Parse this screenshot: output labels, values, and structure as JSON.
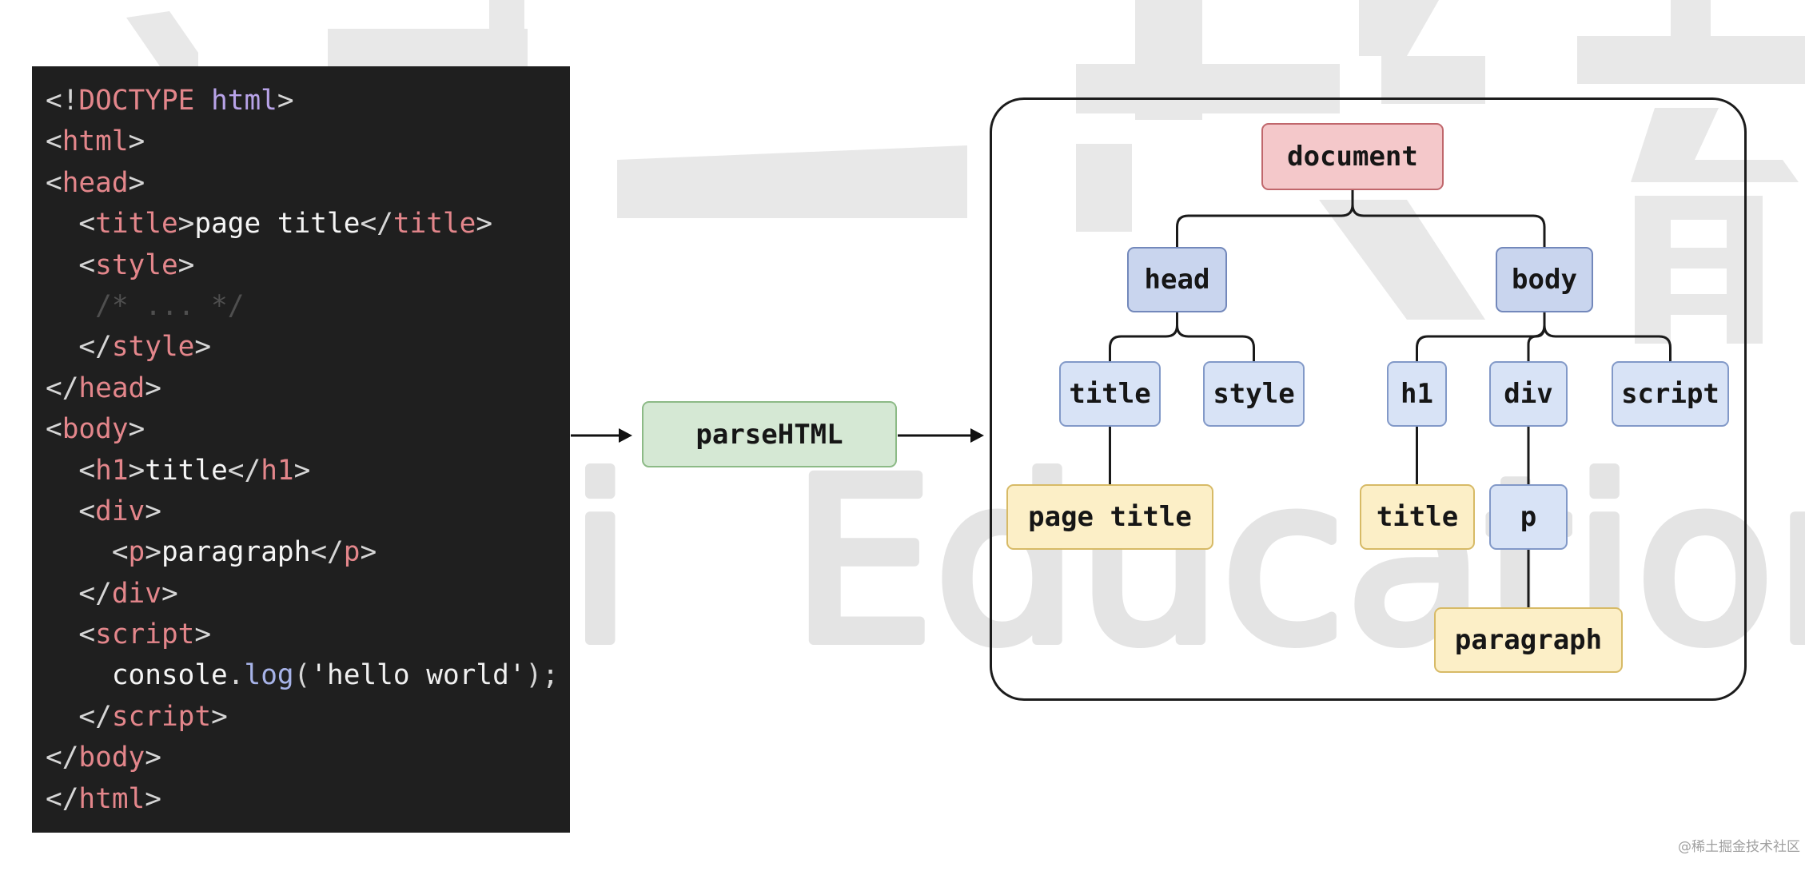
{
  "watermark": {
    "cjk": "渡一教育",
    "latin_left": "Duyi",
    "latin_right": "Education",
    "source_credit": "@稀土掘金技术社区"
  },
  "code": {
    "background": "#1f1f1f",
    "lines": [
      [
        {
          "text": "<!",
          "color": "#d6d6d6"
        },
        {
          "text": "DOCTYPE",
          "color": "#e3868b"
        },
        {
          "text": " html",
          "color": "#b8a3e8"
        },
        {
          "text": ">",
          "color": "#d6d6d6"
        }
      ],
      [
        {
          "text": "<",
          "color": "#d6d6d6"
        },
        {
          "text": "html",
          "color": "#e3868b"
        },
        {
          "text": ">",
          "color": "#d6d6d6"
        }
      ],
      [
        {
          "text": "<",
          "color": "#d6d6d6"
        },
        {
          "text": "head",
          "color": "#e3868b"
        },
        {
          "text": ">",
          "color": "#d6d6d6"
        }
      ],
      [
        {
          "text": "  <",
          "color": "#d6d6d6"
        },
        {
          "text": "title",
          "color": "#e3868b"
        },
        {
          "text": ">",
          "color": "#d6d6d6"
        },
        {
          "text": "page title",
          "color": "#f5f5f5"
        },
        {
          "text": "</",
          "color": "#d6d6d6"
        },
        {
          "text": "title",
          "color": "#e3868b"
        },
        {
          "text": ">",
          "color": "#d6d6d6"
        }
      ],
      [
        {
          "text": "  <",
          "color": "#d6d6d6"
        },
        {
          "text": "style",
          "color": "#e3868b"
        },
        {
          "text": ">",
          "color": "#d6d6d6"
        }
      ],
      [
        {
          "text": "   /* ... */",
          "color": "#4f4f4f"
        }
      ],
      [
        {
          "text": "  </",
          "color": "#d6d6d6"
        },
        {
          "text": "style",
          "color": "#e3868b"
        },
        {
          "text": ">",
          "color": "#d6d6d6"
        }
      ],
      [
        {
          "text": "</",
          "color": "#d6d6d6"
        },
        {
          "text": "head",
          "color": "#e3868b"
        },
        {
          "text": ">",
          "color": "#d6d6d6"
        }
      ],
      [
        {
          "text": "<",
          "color": "#d6d6d6"
        },
        {
          "text": "body",
          "color": "#e3868b"
        },
        {
          "text": ">",
          "color": "#d6d6d6"
        }
      ],
      [
        {
          "text": "  <",
          "color": "#d6d6d6"
        },
        {
          "text": "h1",
          "color": "#e3868b"
        },
        {
          "text": ">",
          "color": "#d6d6d6"
        },
        {
          "text": "title",
          "color": "#f5f5f5"
        },
        {
          "text": "</",
          "color": "#d6d6d6"
        },
        {
          "text": "h1",
          "color": "#e3868b"
        },
        {
          "text": ">",
          "color": "#d6d6d6"
        }
      ],
      [
        {
          "text": "  <",
          "color": "#d6d6d6"
        },
        {
          "text": "div",
          "color": "#e3868b"
        },
        {
          "text": ">",
          "color": "#d6d6d6"
        }
      ],
      [
        {
          "text": "    <",
          "color": "#d6d6d6"
        },
        {
          "text": "p",
          "color": "#e3868b"
        },
        {
          "text": ">",
          "color": "#d6d6d6"
        },
        {
          "text": "paragraph",
          "color": "#f5f5f5"
        },
        {
          "text": "</",
          "color": "#d6d6d6"
        },
        {
          "text": "p",
          "color": "#e3868b"
        },
        {
          "text": ">",
          "color": "#d6d6d6"
        }
      ],
      [
        {
          "text": "  </",
          "color": "#d6d6d6"
        },
        {
          "text": "div",
          "color": "#e3868b"
        },
        {
          "text": ">",
          "color": "#d6d6d6"
        }
      ],
      [
        {
          "text": "  <",
          "color": "#d6d6d6"
        },
        {
          "text": "script",
          "color": "#e3868b"
        },
        {
          "text": ">",
          "color": "#d6d6d6"
        }
      ],
      [
        {
          "text": "    console",
          "color": "#f5f5f5"
        },
        {
          "text": ".",
          "color": "#d6d6d6"
        },
        {
          "text": "log",
          "color": "#a7b3e8"
        },
        {
          "text": "(",
          "color": "#d6d6d6"
        },
        {
          "text": "'hello world'",
          "color": "#f0f0f0"
        },
        {
          "text": ");",
          "color": "#d6d6d6"
        }
      ],
      [
        {
          "text": "  </",
          "color": "#d6d6d6"
        },
        {
          "text": "script",
          "color": "#e3868b"
        },
        {
          "text": ">",
          "color": "#d6d6d6"
        }
      ],
      [
        {
          "text": "</",
          "color": "#d6d6d6"
        },
        {
          "text": "body",
          "color": "#e3868b"
        },
        {
          "text": ">",
          "color": "#d6d6d6"
        }
      ],
      [
        {
          "text": "</",
          "color": "#d6d6d6"
        },
        {
          "text": "html",
          "color": "#e3868b"
        },
        {
          "text": ">",
          "color": "#d6d6d6"
        }
      ]
    ]
  },
  "parse_step": {
    "label": "parseHTML"
  },
  "dom_tree": {
    "label": "document",
    "children": [
      {
        "label": "head",
        "children": [
          {
            "label": "title",
            "children": [
              {
                "label": "page title"
              }
            ]
          },
          {
            "label": "style"
          }
        ]
      },
      {
        "label": "body",
        "children": [
          {
            "label": "h1",
            "children": [
              {
                "label": "title"
              }
            ]
          },
          {
            "label": "div",
            "children": [
              {
                "label": "p",
                "children": [
                  {
                    "label": "paragraph"
                  }
                ]
              }
            ]
          },
          {
            "label": "script"
          }
        ]
      }
    ]
  },
  "palette": {
    "document": {
      "fill": "#f4c8ca",
      "stroke": "#c0676c"
    },
    "element_branch": {
      "fill": "#c9d5ee",
      "stroke": "#7388bb"
    },
    "element": {
      "fill": "#d8e3f6",
      "stroke": "#8299c8"
    },
    "text": {
      "fill": "#fcefc7",
      "stroke": "#d7ba66"
    },
    "step": {
      "fill": "#d5e8d4",
      "stroke": "#8cba86"
    }
  },
  "edge_color": "#1a1a1a"
}
